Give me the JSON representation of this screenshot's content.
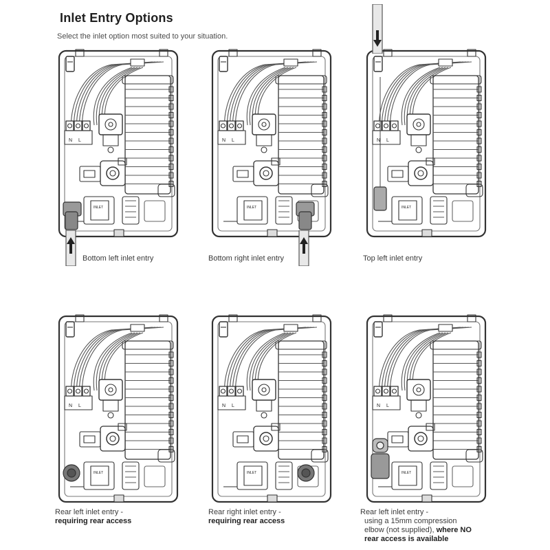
{
  "header": {
    "title": "Inlet Entry Options",
    "subtitle": "Select the inlet option most suited to your situation."
  },
  "options": [
    {
      "caption": "Bottom left inlet entry",
      "bold": ""
    },
    {
      "caption": "Bottom right inlet entry",
      "bold": ""
    },
    {
      "caption": "Top left inlet entry",
      "bold": ""
    },
    {
      "caption": "Rear left inlet entry -",
      "bold": "requiring rear access"
    },
    {
      "caption": "Rear right inlet entry -",
      "bold": "requiring rear access"
    },
    {
      "caption": "Rear left inlet entry -",
      "line2": "using a 15mm compression",
      "line3": "elbow (not supplied),",
      "bold_inline": "where NO",
      "bold": "rear access is available"
    }
  ],
  "labels": {
    "terminal_n": "N",
    "terminal_l": "L",
    "inlet_tag": "INLET"
  }
}
